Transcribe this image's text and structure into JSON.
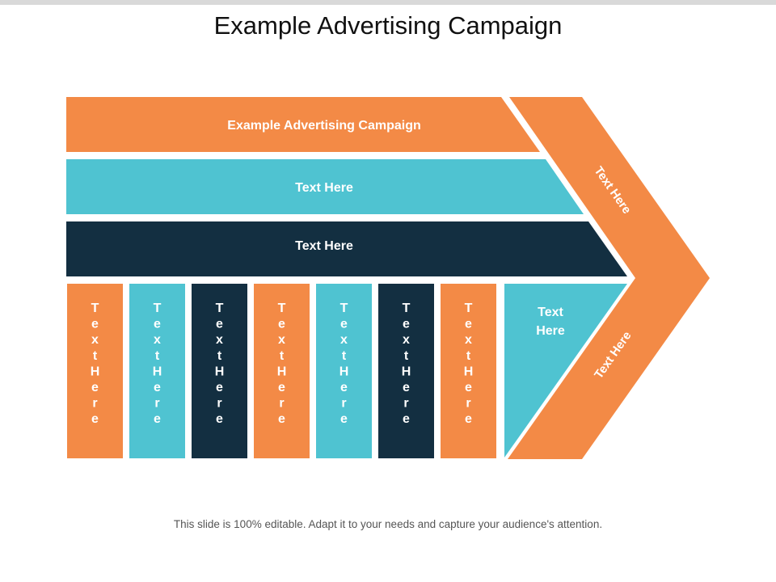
{
  "slide": {
    "title": "Example Advertising Campaign",
    "footer": "This slide is 100% editable. Adapt it to your needs and capture your audience's attention."
  },
  "colors": {
    "orange": "#F38A46",
    "cyan": "#4FC3D1",
    "navy": "#132F41",
    "text_on_shape": "#ffffff"
  },
  "bands": [
    {
      "label": "Example Advertising Campaign",
      "color": "orange"
    },
    {
      "label": "Text Here",
      "color": "cyan"
    },
    {
      "label": "Text Here",
      "color": "navy"
    }
  ],
  "columns": [
    {
      "label": "Text Here",
      "color": "orange"
    },
    {
      "label": "Text Here",
      "color": "cyan"
    },
    {
      "label": "Text Here",
      "color": "navy"
    },
    {
      "label": "Text Here",
      "color": "orange"
    },
    {
      "label": "Text Here",
      "color": "cyan"
    },
    {
      "label": "Text Here",
      "color": "navy"
    },
    {
      "label": "Text Here",
      "color": "orange"
    }
  ],
  "triangle": {
    "label_line1": "Text",
    "label_line2": "Here",
    "color": "cyan"
  },
  "arrow": {
    "color": "orange",
    "upper_label": "Text Here",
    "lower_label": "Text Here"
  }
}
